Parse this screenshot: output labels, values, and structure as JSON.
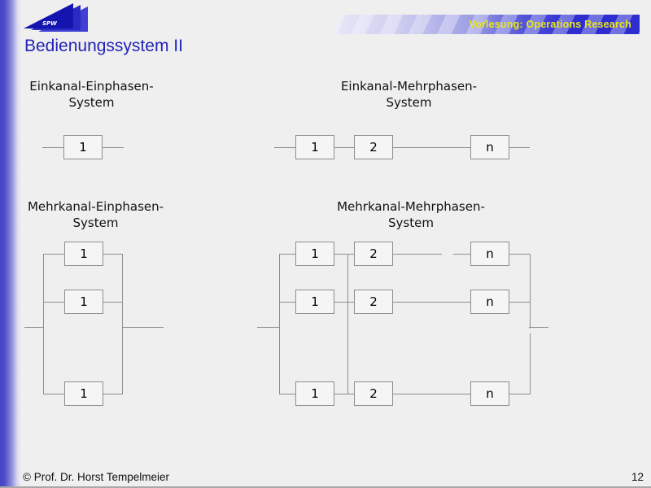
{
  "slide": {
    "logo_text": "SPW",
    "banner_text": "Vorlesung: Operations Research",
    "title": "Bedienungssystem II",
    "footer_copyright": "© Prof. Dr. Horst Tempelmeier",
    "page_number": "12"
  },
  "colors": {
    "accent_blue": "#2323b8",
    "banner_dark_blue": "#2d2dd0",
    "banner_text_yellow": "#e8e818",
    "logo_blue": "#1414ae",
    "line_gray": "#8e8e8e",
    "background": "#efefef"
  },
  "diagrams": [
    {
      "name": "einkanal-einphasen",
      "title_line1": "Einkanal-Einphasen-",
      "title_line2": "System",
      "boxes": [
        "1"
      ]
    },
    {
      "name": "einkanal-mehrphasen",
      "title_line1": "Einkanal-Mehrphasen-",
      "title_line2": "System",
      "boxes": [
        "1",
        "2",
        "n"
      ]
    },
    {
      "name": "mehrkanal-einphasen",
      "title_line1": "Mehrkanal-Einphasen-",
      "title_line2": "System",
      "boxes": [
        "1",
        "1",
        "1"
      ]
    },
    {
      "name": "mehrkanal-mehrphasen",
      "title_line1": "Mehrkanal-Mehrphasen-",
      "title_line2": "System",
      "rows": [
        [
          "1",
          "2",
          "n"
        ],
        [
          "1",
          "2",
          "n"
        ],
        [
          "1",
          "2",
          "n"
        ]
      ]
    }
  ]
}
